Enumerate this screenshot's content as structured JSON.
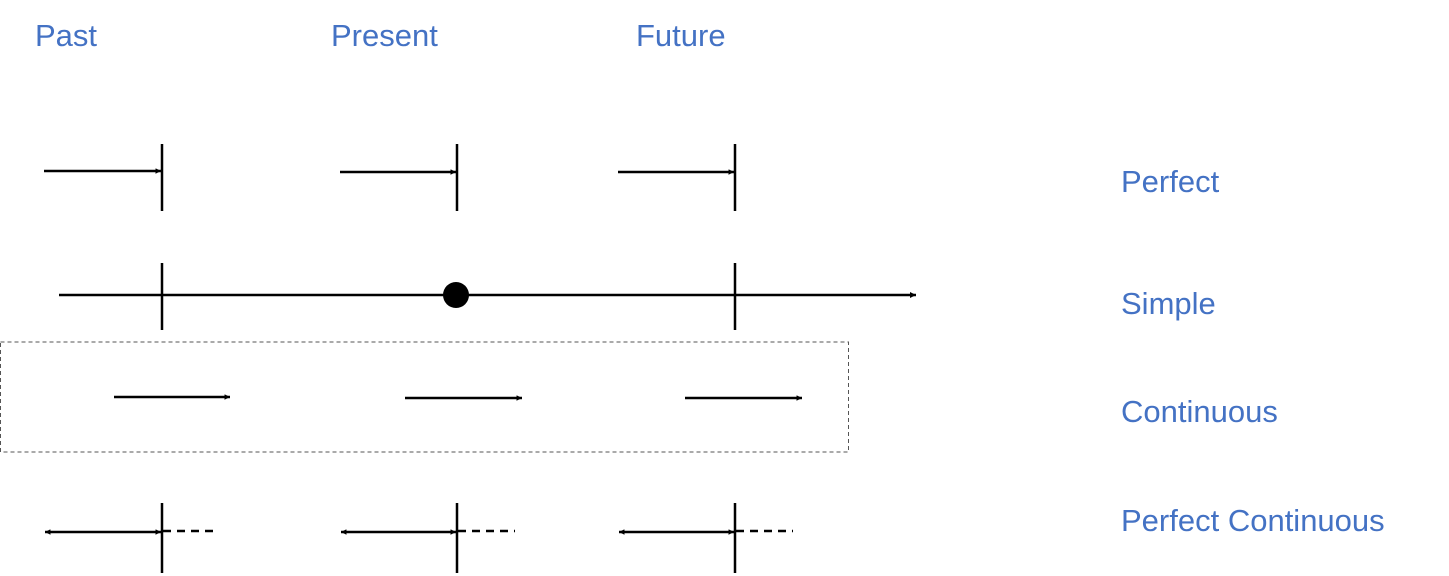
{
  "colors": {
    "text": "#4472C4",
    "lines": "#000000",
    "box_border": "#555555"
  },
  "columns": {
    "past": "Past",
    "present": "Present",
    "future": "Future"
  },
  "rows": {
    "perfect": "Perfect",
    "simple": "Simple",
    "continuous": "Continuous",
    "perfect_continuous": "Perfect Continuous"
  }
}
